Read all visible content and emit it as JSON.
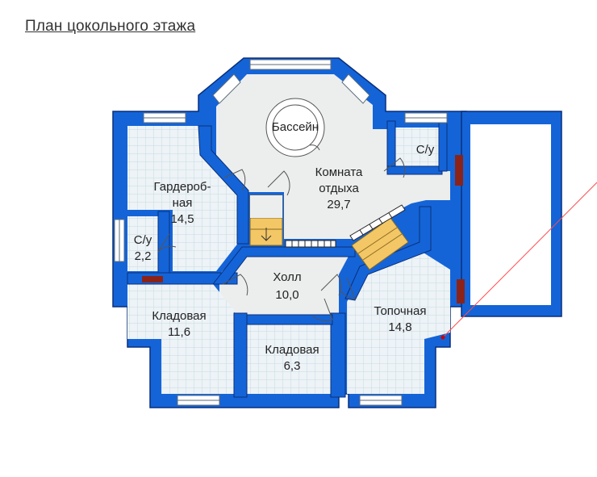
{
  "title": "План цокольного этажа",
  "colors": {
    "wall": "#1464d8",
    "wall_edge": "#0a2f7a",
    "tile_floor": "#edf3f6",
    "tile_grid": "#c7d9e6",
    "lounge_floor": "#eceeee",
    "window": "#ffffff",
    "stairs": "#f3c766",
    "radiator": "#8c2318",
    "pointer_line": "#ff4a4a"
  },
  "rooms": {
    "pool": {
      "label": "Бассейн"
    },
    "lounge": {
      "line1": "Комната",
      "line2": "отдыха",
      "area": "29,7"
    },
    "wardrobe": {
      "line1": "Гардероб-",
      "line2": "ная",
      "area": "14,5"
    },
    "bath_left": {
      "label": "С/у",
      "area": "2,2"
    },
    "bath_right": {
      "label": "С/у"
    },
    "hall": {
      "label": "Холл",
      "area": "10,0"
    },
    "storage_left": {
      "label": "Кладовая",
      "area": "11,6"
    },
    "storage_mid": {
      "label": "Кладовая",
      "area": "6,3"
    },
    "boiler": {
      "label": "Топочная",
      "area": "14,8"
    }
  }
}
